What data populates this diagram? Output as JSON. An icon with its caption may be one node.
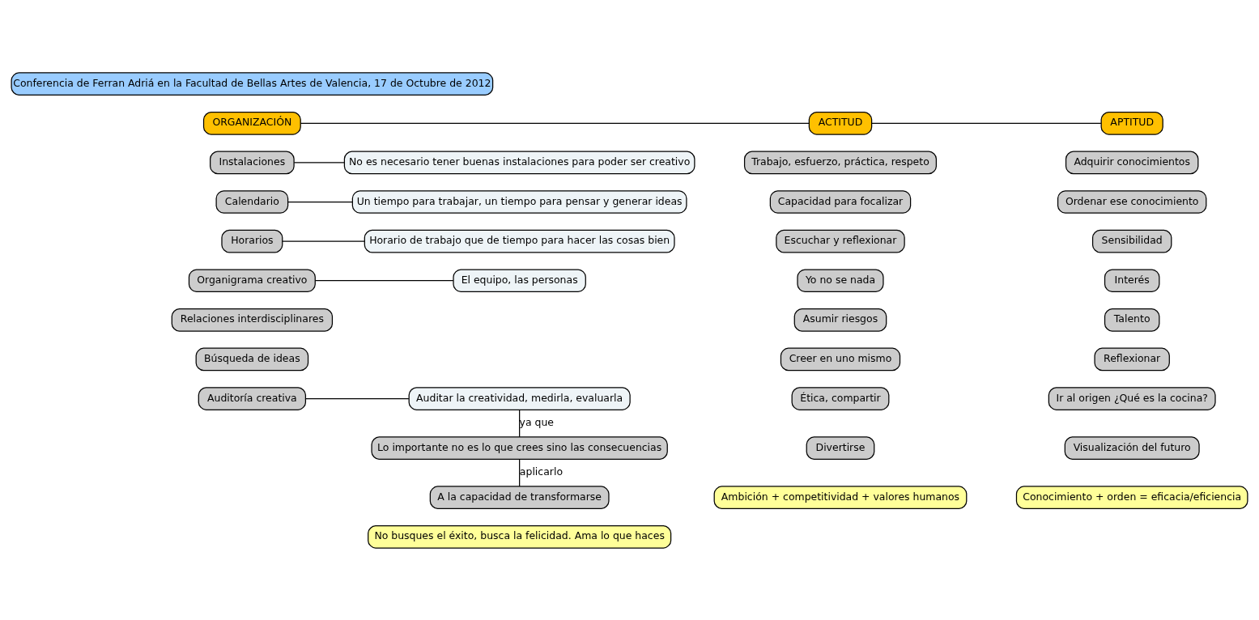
{
  "diagram": {
    "nodes": [
      {
        "text": [
          "Conferencia de Ferran Adriá en la Facultad de Bellas Artes de Valencia, 17 de Octubre de 2012"
        ]
      },
      {
        "text": [
          "ORGANIZACIÓN"
        ]
      },
      {
        "text": [
          "ACTITUD"
        ]
      },
      {
        "text": [
          "APTITUD"
        ]
      },
      {
        "text": [
          "Instalaciones"
        ]
      },
      {
        "text": [
          "No es necesario tener buenas instalaciones para poder ser creativo"
        ]
      },
      {
        "text": [
          "Calendario"
        ]
      },
      {
        "text": [
          "Un tiempo para trabajar, un tiempo para pensar y generar ideas"
        ]
      },
      {
        "text": [
          "Horarios"
        ]
      },
      {
        "text": [
          "Horario de trabajo que de tiempo para hacer las cosas bien"
        ]
      },
      {
        "text": [
          "Organigrama creativo"
        ]
      },
      {
        "text": [
          "El equipo, las personas"
        ]
      },
      {
        "text": [
          "Relaciones interdisciplinares"
        ]
      },
      {
        "text": [
          "Búsqueda de ideas"
        ]
      },
      {
        "text": [
          "Auditoría creativa"
        ]
      },
      {
        "text": [
          "Auditar la creatividad, medirla, evaluarla"
        ]
      },
      {
        "text": [
          "Lo importante no es lo que crees sino las consecuencias"
        ]
      },
      {
        "text": [
          "A la capacidad de transformarse"
        ]
      },
      {
        "text": [
          "No busques el éxito, busca la felicidad. Ama lo que haces"
        ]
      },
      {
        "text": [
          "Trabajo, esfuerzo, práctica, respeto"
        ]
      },
      {
        "text": [
          "Capacidad para focalizar"
        ]
      },
      {
        "text": [
          "Escuchar y reflexionar"
        ]
      },
      {
        "text": [
          "Yo no se nada"
        ]
      },
      {
        "text": [
          "Asumir riesgos"
        ]
      },
      {
        "text": [
          "Creer en uno mismo"
        ]
      },
      {
        "text": [
          "Ética, compartir"
        ]
      },
      {
        "text": [
          "Divertirse"
        ]
      },
      {
        "text": [
          "Ambición + competitividad + valores humanos"
        ]
      },
      {
        "text": [
          "Adquirir conocimientos"
        ]
      },
      {
        "text": [
          "Ordenar ese conocimiento"
        ]
      },
      {
        "text": [
          "Sensibilidad"
        ]
      },
      {
        "text": [
          "Interés"
        ]
      },
      {
        "text": [
          "Talento"
        ]
      },
      {
        "text": [
          "Reflexionar"
        ]
      },
      {
        "text": [
          "Ir al origen ¿Qué es la cocina?"
        ]
      },
      {
        "text": [
          "Visualización del futuro"
        ]
      },
      {
        "text": [
          "Conocimiento + orden = eficacia/eficiencia"
        ]
      }
    ],
    "edges": [
      {
        "from": 1,
        "to": 2,
        "arrow": "none"
      },
      {
        "from": 2,
        "to": 3,
        "arrow": "none"
      },
      {
        "from": 4,
        "to": 5,
        "arrow": "none"
      },
      {
        "from": 6,
        "to": 7,
        "arrow": "none"
      },
      {
        "from": 8,
        "to": 9,
        "arrow": "none"
      },
      {
        "from": 10,
        "to": 11,
        "arrow": "none"
      },
      {
        "from": 14,
        "to": 15,
        "arrow": "none"
      },
      {
        "from": 15,
        "to": 16,
        "label": "ya que",
        "arrow": "none"
      },
      {
        "from": 16,
        "to": 17,
        "label": "aplicarlo",
        "arrow": "none"
      }
    ]
  }
}
